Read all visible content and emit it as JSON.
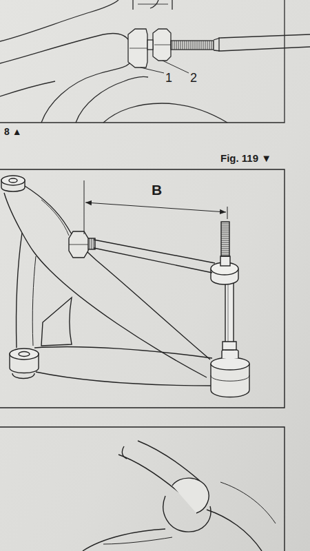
{
  "diagram": {
    "labels": [
      "1",
      "2",
      "8 ▲",
      "Fig. 119 ▼",
      "B"
    ]
  }
}
